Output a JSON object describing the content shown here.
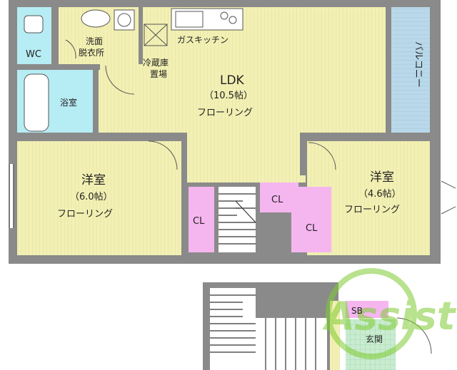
{
  "rooms": {
    "wc": "WC",
    "washroom_1": "洗面",
    "washroom_2": "脱衣所",
    "bath": "浴室",
    "fridge_1": "冷蔵庫",
    "fridge_2": "置場",
    "kitchen": "ガスキッチン",
    "ldk_name": "LDK",
    "ldk_size": "（10.5帖）",
    "ldk_floor": "フローリング",
    "balcony": "バルコニー",
    "west_name": "洋室",
    "west_size": "（6.0帖）",
    "west_floor": "フローリング",
    "east_name": "洋室",
    "east_size": "（4.6帖）",
    "east_floor": "フローリング",
    "closet_a": "CL",
    "closet_b": "CL",
    "closet_c": "CL",
    "shoebox": "SB",
    "entrance": "玄関"
  },
  "watermark": "Assist",
  "colors": {
    "floor": "#f2f0b4",
    "floor_line": "#e4e19b",
    "closet": "#f5b6f0",
    "wet": "#b6ecf3",
    "balcony": "#b9d9ea",
    "entry": "#c9ecd0",
    "wall": "#8a8a8a",
    "watermark": "#7fcc33"
  }
}
